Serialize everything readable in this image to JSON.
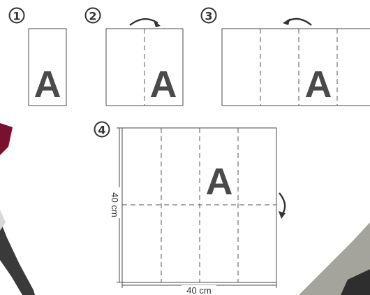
{
  "steps": [
    {
      "number": "1",
      "letter": "A"
    },
    {
      "number": "2",
      "letter": "A"
    },
    {
      "number": "3",
      "letter": "A"
    },
    {
      "number": "4",
      "letter": "A"
    }
  ],
  "dimensions": {
    "width_label": "40 cm",
    "height_label": "40 cm"
  },
  "colors": {
    "paper_stroke": "#4a4a4a",
    "fold_line": "#555555",
    "letter": "#4a4a4a",
    "arrow": "#333333",
    "fabric_maroon": "#7a1030",
    "fabric_grey": "#9a9a92"
  }
}
